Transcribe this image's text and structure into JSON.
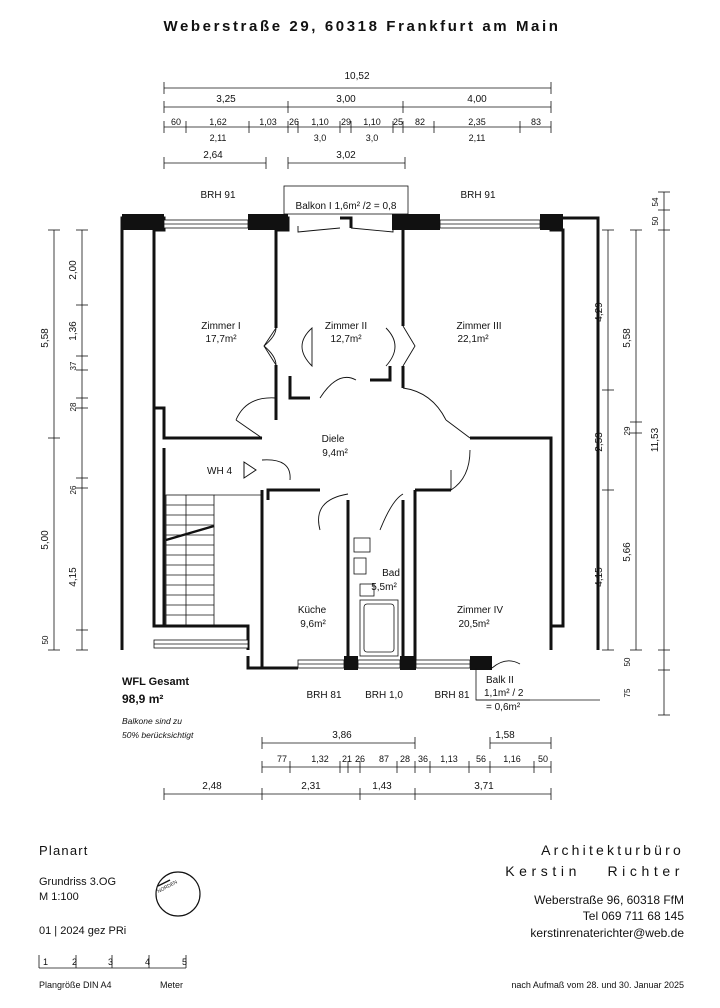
{
  "title": "Weberstraße 29, 60318 Frankfurt am Main",
  "dims_top": {
    "overall": "10,52",
    "row2": [
      "3,25",
      "3,00",
      "4,00"
    ],
    "row3": [
      "60",
      "1,62",
      "1,03",
      "26",
      "1,10",
      "29",
      "1,10",
      "25",
      "82",
      "2,35",
      "83"
    ],
    "row3b": [
      "2,11",
      "3,0",
      "3,0",
      "2,11"
    ],
    "row4": [
      "2,64",
      "3,02"
    ]
  },
  "dims_left": [
    "2,00",
    "1,36",
    "37",
    "28",
    "5,58",
    "26",
    "4,15",
    "5,00",
    "50"
  ],
  "dims_right": [
    "50",
    "54",
    "4,29",
    "5,58",
    "29",
    "2,53",
    "11,53",
    "5,66",
    "4,15",
    "50",
    "75"
  ],
  "dims_bottom": {
    "row1": [
      "3,86",
      "1,58"
    ],
    "row2": [
      "77",
      "1,32",
      "21",
      "26",
      "87",
      "28",
      "36",
      "1,13",
      "56",
      "1,16",
      "50"
    ],
    "row3": [
      "2,48",
      "2,31",
      "1,43",
      "3,71"
    ]
  },
  "labels": {
    "brh_top_left": "BRH 91",
    "brh_top_right": "BRH 91",
    "balkon1": "Balkon I 1,6m² /2 = 0,8",
    "wh": "WH 4",
    "brh_b1": "BRH 81",
    "brh_b2": "BRH 1,0",
    "brh_b3": "BRH 81",
    "balk2_l1": "Balk II",
    "balk2_l2": "1,1m² / 2",
    "balk2_l3": "= 0,6m²"
  },
  "rooms": [
    {
      "name": "Zimmer I",
      "area": "17,7m²"
    },
    {
      "name": "Zimmer II",
      "area": "12,7m²"
    },
    {
      "name": "Zimmer III",
      "area": "22,1m²"
    },
    {
      "name": "Diele",
      "area": "9,4m²"
    },
    {
      "name": "Bad",
      "area": "5,5m²"
    },
    {
      "name": "Küche",
      "area": "9,6m²"
    },
    {
      "name": "Zimmer IV",
      "area": "20,5m²"
    }
  ],
  "wfl": {
    "label": "WFL Gesamt",
    "value": "98,9 m²",
    "note1": "Balkone sind zu",
    "note2": "50% berücksichtigt"
  },
  "plan": {
    "planart": "Planart",
    "grundriss": "Grundriss 3.OG",
    "scale": "M 1:100",
    "date": "01 | 2024 gez PRi",
    "north": "NORDEN"
  },
  "scalebar": {
    "ticks": [
      "1",
      "2",
      "3",
      "4",
      "5"
    ],
    "unit": "Meter",
    "size": "Plangröße DIN A4"
  },
  "office": {
    "line1": "Architekturbüro",
    "line2": "Kerstin Richter",
    "street": "Weberstraße 96,  60318 FfM",
    "tel": "Tel 069  711 68 145",
    "email": "kerstinrenaterichter@web.de",
    "footer": "nach Aufmaß vom 28. und 30. Januar 2025"
  }
}
